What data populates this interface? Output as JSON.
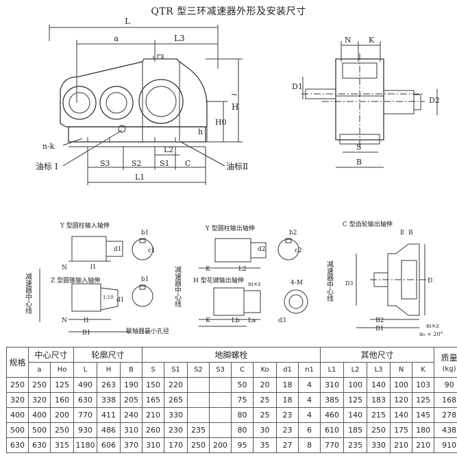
{
  "title": "QTR 型三环减速器外形及安装尺寸",
  "drawing_labels": {
    "L": "L",
    "a": "a",
    "L3": "L3",
    "H": "H",
    "H0": "H0",
    "h": "h",
    "nk": "n-k",
    "oil1": "油标 I",
    "oil2": "油标Ⅱ",
    "S3": "S3",
    "S2": "S2",
    "S1": "S1",
    "C": "C",
    "L2": "L2",
    "L1": "L1",
    "N": "N",
    "K": "K",
    "D1": "D1",
    "D2": "D2",
    "S": "S",
    "B": "B",
    "det_y_in": "Y 型圆柱输入轴伸",
    "det_y_out": "Y 型圆柱输出轴伸",
    "det_z_in": "Z 型圆锥输入轴伸",
    "det_h_out": "H 型花键输出轴伸",
    "det_c_out": "C 型齿轮输出轴伸",
    "center_line": "减速器中心线",
    "min_hole": "联轴器最小孔径",
    "ratio": "1:10",
    "fourM": "4-M",
    "mz": "m×z",
    "b1": "b1",
    "b2": "b2",
    "d1": "d1",
    "d2": "d2",
    "c1": "c1",
    "c2": "c2",
    "l1": "l1",
    "B1": "B1",
    "B2": "B2",
    "L2s": "L2",
    "Lb": "Lb",
    "La": "La",
    "d3": "d3",
    "E": "E",
    "D": "D",
    "D3": "D3",
    "alpha": "α₀ = 20°"
  },
  "table": {
    "group_headers": [
      "规格",
      "中心尺寸",
      "轮廓尺寸",
      "地脚螺栓",
      "其他尺寸",
      "质量"
    ],
    "mass_unit": "(kg)",
    "columns": [
      "a",
      "Ho",
      "L",
      "H",
      "B",
      "S",
      "S1",
      "S2",
      "S3",
      "C",
      "Ko",
      "d1",
      "n1",
      "L1",
      "L2",
      "L3",
      "N",
      "K"
    ],
    "rows": [
      [
        "250",
        "250",
        "125",
        "490",
        "263",
        "190",
        "150",
        "220",
        "",
        "",
        "50",
        "20",
        "18",
        "4",
        "310",
        "100",
        "140",
        "100",
        "103",
        "90"
      ],
      [
        "320",
        "320",
        "160",
        "630",
        "338",
        "205",
        "165",
        "265",
        "",
        "",
        "75",
        "25",
        "18",
        "4",
        "385",
        "125",
        "183",
        "120",
        "125",
        "168"
      ],
      [
        "400",
        "400",
        "200",
        "770",
        "411",
        "240",
        "210",
        "330",
        "",
        "",
        "80",
        "25",
        "23",
        "4",
        "460",
        "140",
        "215",
        "140",
        "145",
        "278"
      ],
      [
        "500",
        "500",
        "250",
        "930",
        "486",
        "310",
        "260",
        "230",
        "235",
        "",
        "80",
        "30",
        "23",
        "6",
        "610",
        "185",
        "250",
        "175",
        "180",
        "438"
      ],
      [
        "630",
        "630",
        "315",
        "1180",
        "606",
        "370",
        "310",
        "170",
        "250",
        "200",
        "95",
        "35",
        "27",
        "8",
        "770",
        "235",
        "330",
        "210",
        "210",
        "910"
      ]
    ]
  }
}
